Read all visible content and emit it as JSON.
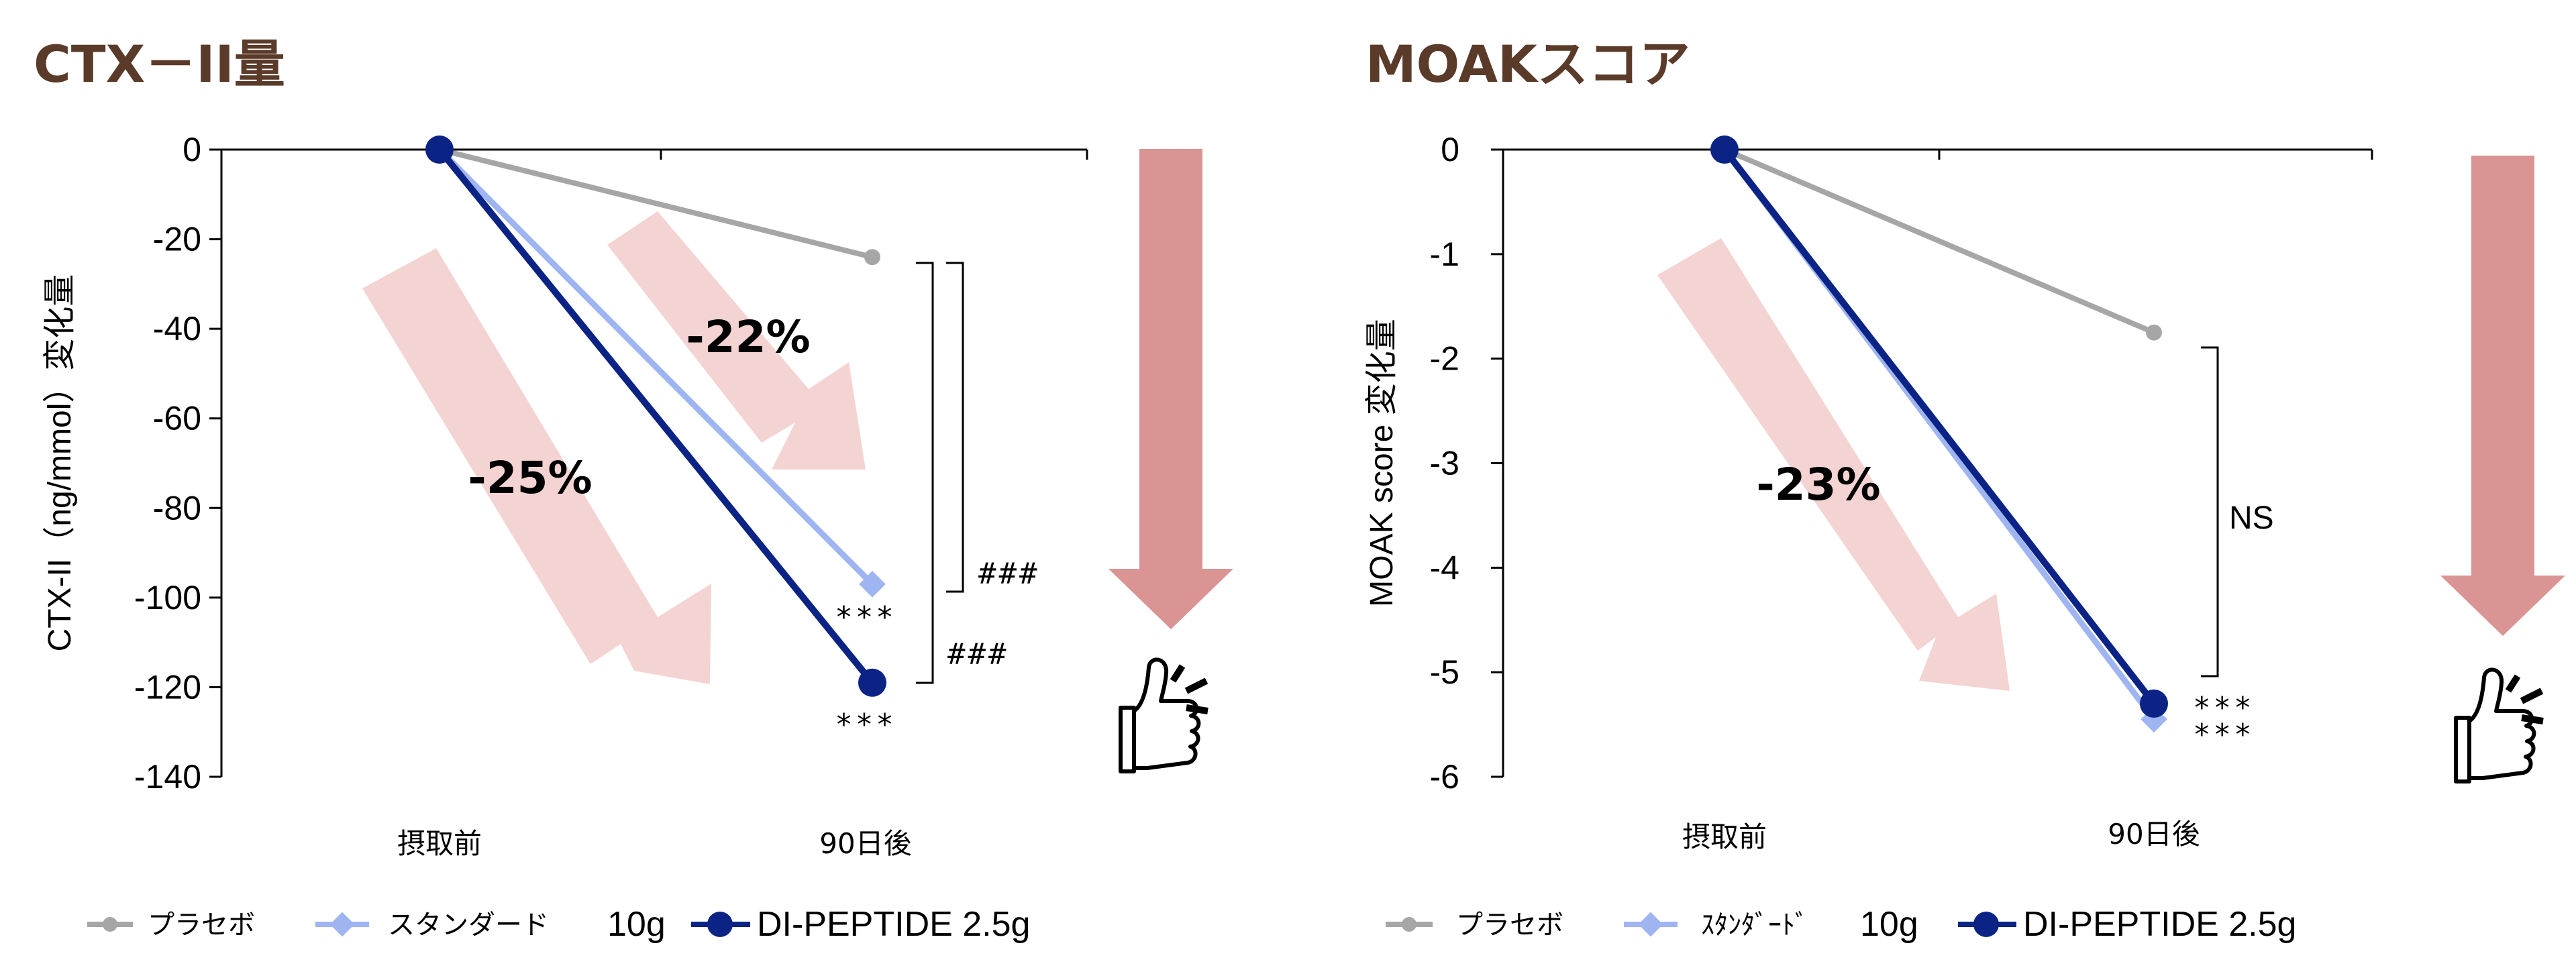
{
  "colors": {
    "title": "#5a3b2a",
    "placebo": "#a6a6a6",
    "standard": "#9fb5f2",
    "dipeptide": "#0b2385",
    "arrow_light": "#f4d3d3",
    "arrow_dark": "#d99493"
  },
  "legend": {
    "placebo": "プラセボ",
    "standard_left": "スタンダード",
    "standard_right": "ｽﾀﾝﾀﾞｰﾄﾞ",
    "standard_dose": "10g",
    "dipeptide": "DI-PEPTIDE 2.5g"
  },
  "icons": {
    "big_arrow": "down-arrow-icon",
    "thumbs": "thumbs-up-icon"
  },
  "chart_data": [
    {
      "type": "line",
      "title": "CTX－II量",
      "ylabel": "CTX-II（ng/mmol）変化量",
      "categories": [
        "摂取前",
        "90日後"
      ],
      "ylim": [
        -140,
        0
      ],
      "yticks": [
        "0",
        "-20",
        "-40",
        "-60",
        "-80",
        "-100",
        "-120",
        "-140"
      ],
      "series": [
        {
          "name": "プラセボ",
          "values": [
            0,
            -24
          ]
        },
        {
          "name": "スタンダード 10g",
          "values": [
            0,
            -97
          ]
        },
        {
          "name": "DI-PEPTIDE 2.5g",
          "values": [
            0,
            -119
          ]
        }
      ],
      "annotations": {
        "pct_standard": "-22%",
        "pct_dipeptide": "-25%",
        "sig_standard_vs_baseline": "***",
        "sig_dipeptide_vs_baseline": "***",
        "sig_standard_vs_placebo": "###",
        "sig_dipeptide_vs_placebo": "###"
      }
    },
    {
      "type": "line",
      "title": "MOAKスコア",
      "ylabel": "MOAK score 変化量",
      "categories": [
        "摂取前",
        "90日後"
      ],
      "ylim": [
        -6,
        0
      ],
      "yticks": [
        "0",
        "-1",
        "-2",
        "-3",
        "-4",
        "-5",
        "-6"
      ],
      "series": [
        {
          "name": "プラセボ",
          "values": [
            0,
            -1.75
          ]
        },
        {
          "name": "ｽﾀﾝﾀﾞｰﾄﾞ 10g",
          "values": [
            0,
            -5.45
          ]
        },
        {
          "name": "DI-PEPTIDE 2.5g",
          "values": [
            0,
            -5.3
          ]
        }
      ],
      "annotations": {
        "pct_dipeptide": "-23%",
        "sig_dipeptide_vs_baseline": "***",
        "sig_standard_vs_baseline": "***",
        "sig_vs_placebo": "NS"
      }
    }
  ]
}
